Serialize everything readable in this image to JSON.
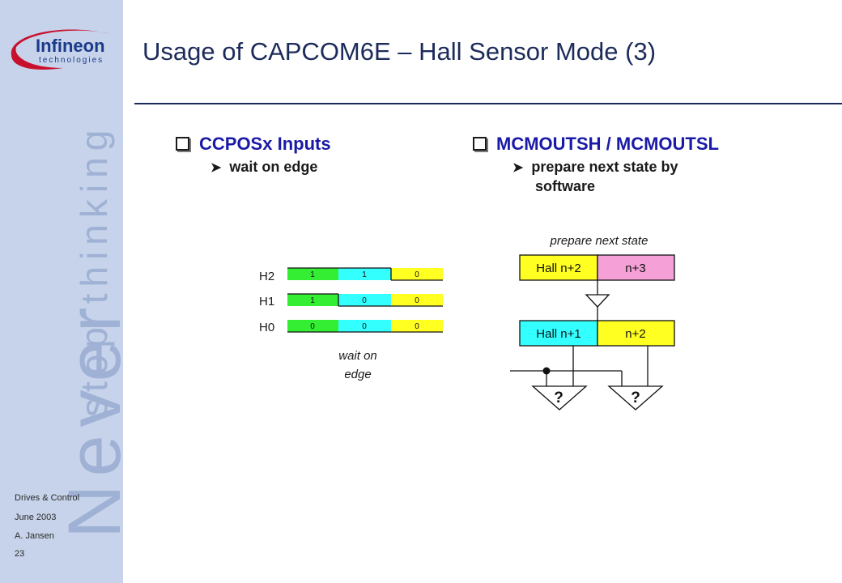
{
  "sidebar": {
    "logo_main": "Infineon",
    "logo_sub": "technologies",
    "slogan_line1": "Never",
    "slogan_line2": "stop thinking",
    "department": "Drives & Control",
    "date": "June 2003",
    "author": "A. Jansen",
    "page_number": "23"
  },
  "header": {
    "title": "Usage of CAPCOM6E – Hall Sensor Mode (3)"
  },
  "left_column": {
    "bullet": "CCPOSx Inputs",
    "sub": "wait on edge"
  },
  "right_column": {
    "bullet": "MCMOUTSH / MCMOUTSL",
    "sub_line1": "prepare next state by",
    "sub_line2": "software"
  },
  "timing_diagram": {
    "signals": [
      {
        "name": "H2",
        "values": [
          "1",
          "1",
          "0"
        ]
      },
      {
        "name": "H1",
        "values": [
          "1",
          "0",
          "0"
        ]
      },
      {
        "name": "H0",
        "values": [
          "0",
          "0",
          "0"
        ]
      }
    ],
    "caption_line1": "wait on",
    "caption_line2": "edge"
  },
  "state_diagram": {
    "caption": "prepare next state",
    "register_top": {
      "left": "Hall n+2",
      "right": "n+3"
    },
    "register_bottom": {
      "left": "Hall n+1",
      "right": "n+2"
    },
    "comparator1": "?",
    "comparator2": "?"
  },
  "colors": {
    "green": "#33ee33",
    "cyan": "#33ffff",
    "yellow": "#ffff22",
    "pink": "#f5a0d6",
    "title_blue": "#1c2b5a",
    "bullet_blue": "#1a1aa8",
    "sidebar_bg": "#c6d3ea",
    "logo_red": "#c8102e",
    "logo_blue": "#1a3a8a"
  }
}
